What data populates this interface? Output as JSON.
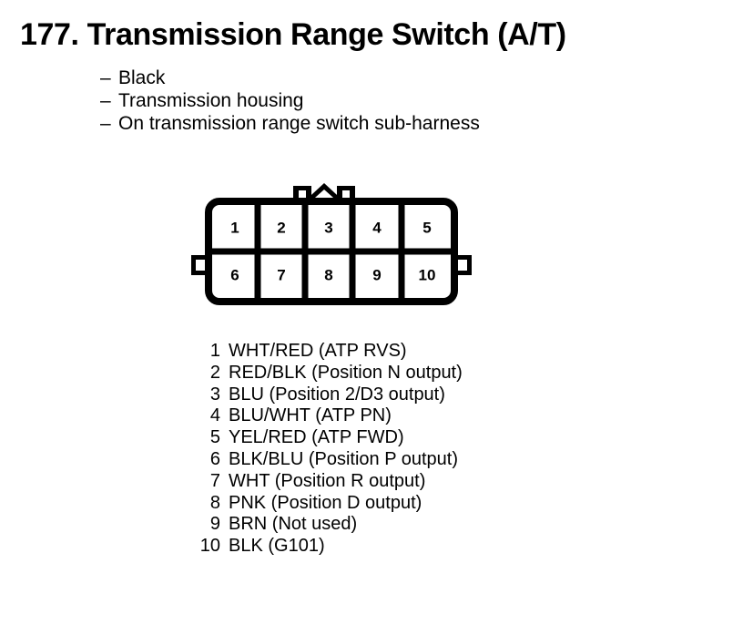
{
  "header": {
    "number": "177.",
    "title": "Transmission Range Switch (A/T)",
    "full_title": "177. Transmission Range Switch (A/T)"
  },
  "spec_list": {
    "dash": "–",
    "items": [
      {
        "label": "Black"
      },
      {
        "label": "Transmission housing"
      },
      {
        "label": "On transmission range switch sub-harness"
      }
    ]
  },
  "connector": {
    "name": "10-pin connector face view",
    "rows": [
      {
        "cells": [
          "1",
          "2",
          "3",
          "4",
          "5"
        ]
      },
      {
        "cells": [
          "6",
          "7",
          "8",
          "9",
          "10"
        ]
      }
    ],
    "outline_color": "#000000",
    "fill_color": "#ffffff"
  },
  "pin_legend": {
    "rows": [
      {
        "pin": "1",
        "desc": "WHT/RED (ATP RVS)"
      },
      {
        "pin": "2",
        "desc": "RED/BLK (Position N output)"
      },
      {
        "pin": "3",
        "desc": "BLU (Position 2/D3 output)"
      },
      {
        "pin": "4",
        "desc": "BLU/WHT (ATP PN)"
      },
      {
        "pin": "5",
        "desc": "YEL/RED (ATP FWD)"
      },
      {
        "pin": "6",
        "desc": "BLK/BLU (Position P output)"
      },
      {
        "pin": "7",
        "desc": "WHT (Position R output)"
      },
      {
        "pin": "8",
        "desc": "PNK (Position D output)"
      },
      {
        "pin": "9",
        "desc": "BRN (Not used)"
      },
      {
        "pin": "10",
        "desc": "BLK (G101)"
      }
    ]
  }
}
